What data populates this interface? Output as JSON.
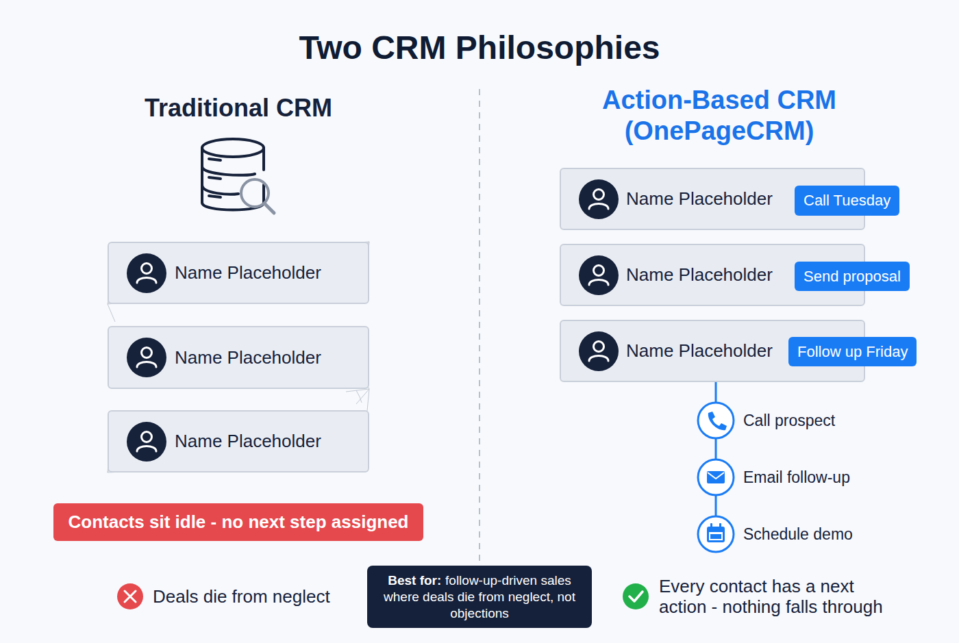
{
  "diagram": {
    "title": "Two CRM Philosophies",
    "nodes": [
      {
        "text": [
          "Name Placeholder"
        ]
      },
      {
        "text": [
          "Name Placeholder"
        ]
      },
      {
        "text": [
          "Name Placeholder"
        ]
      },
      {
        "text": [
          "Contacts sit idle - no next step assigned"
        ]
      },
      {
        "text": [
          "Name Placeholder"
        ]
      },
      {
        "text": [
          "Call Tuesday"
        ],
        "in": 4
      },
      {
        "text": [
          "Name Placeholder"
        ]
      },
      {
        "text": [
          "Send proposal"
        ],
        "in": 6
      },
      {
        "text": [
          "Name Placeholder"
        ]
      },
      {
        "text": [
          "Follow up Friday"
        ],
        "in": 8
      },
      {
        "text": [
          "Best for:",
          "follow-up-driven sales where deals die from neglect, not objections"
        ]
      }
    ],
    "labels": [
      "Traditional CRM",
      "Action-Based CRM (OnePageCRM)",
      "Call prospect",
      "Email follow-up",
      "Schedule demo",
      "Deals die from neglect",
      "Every contact has a next action - nothing falls through"
    ]
  }
}
